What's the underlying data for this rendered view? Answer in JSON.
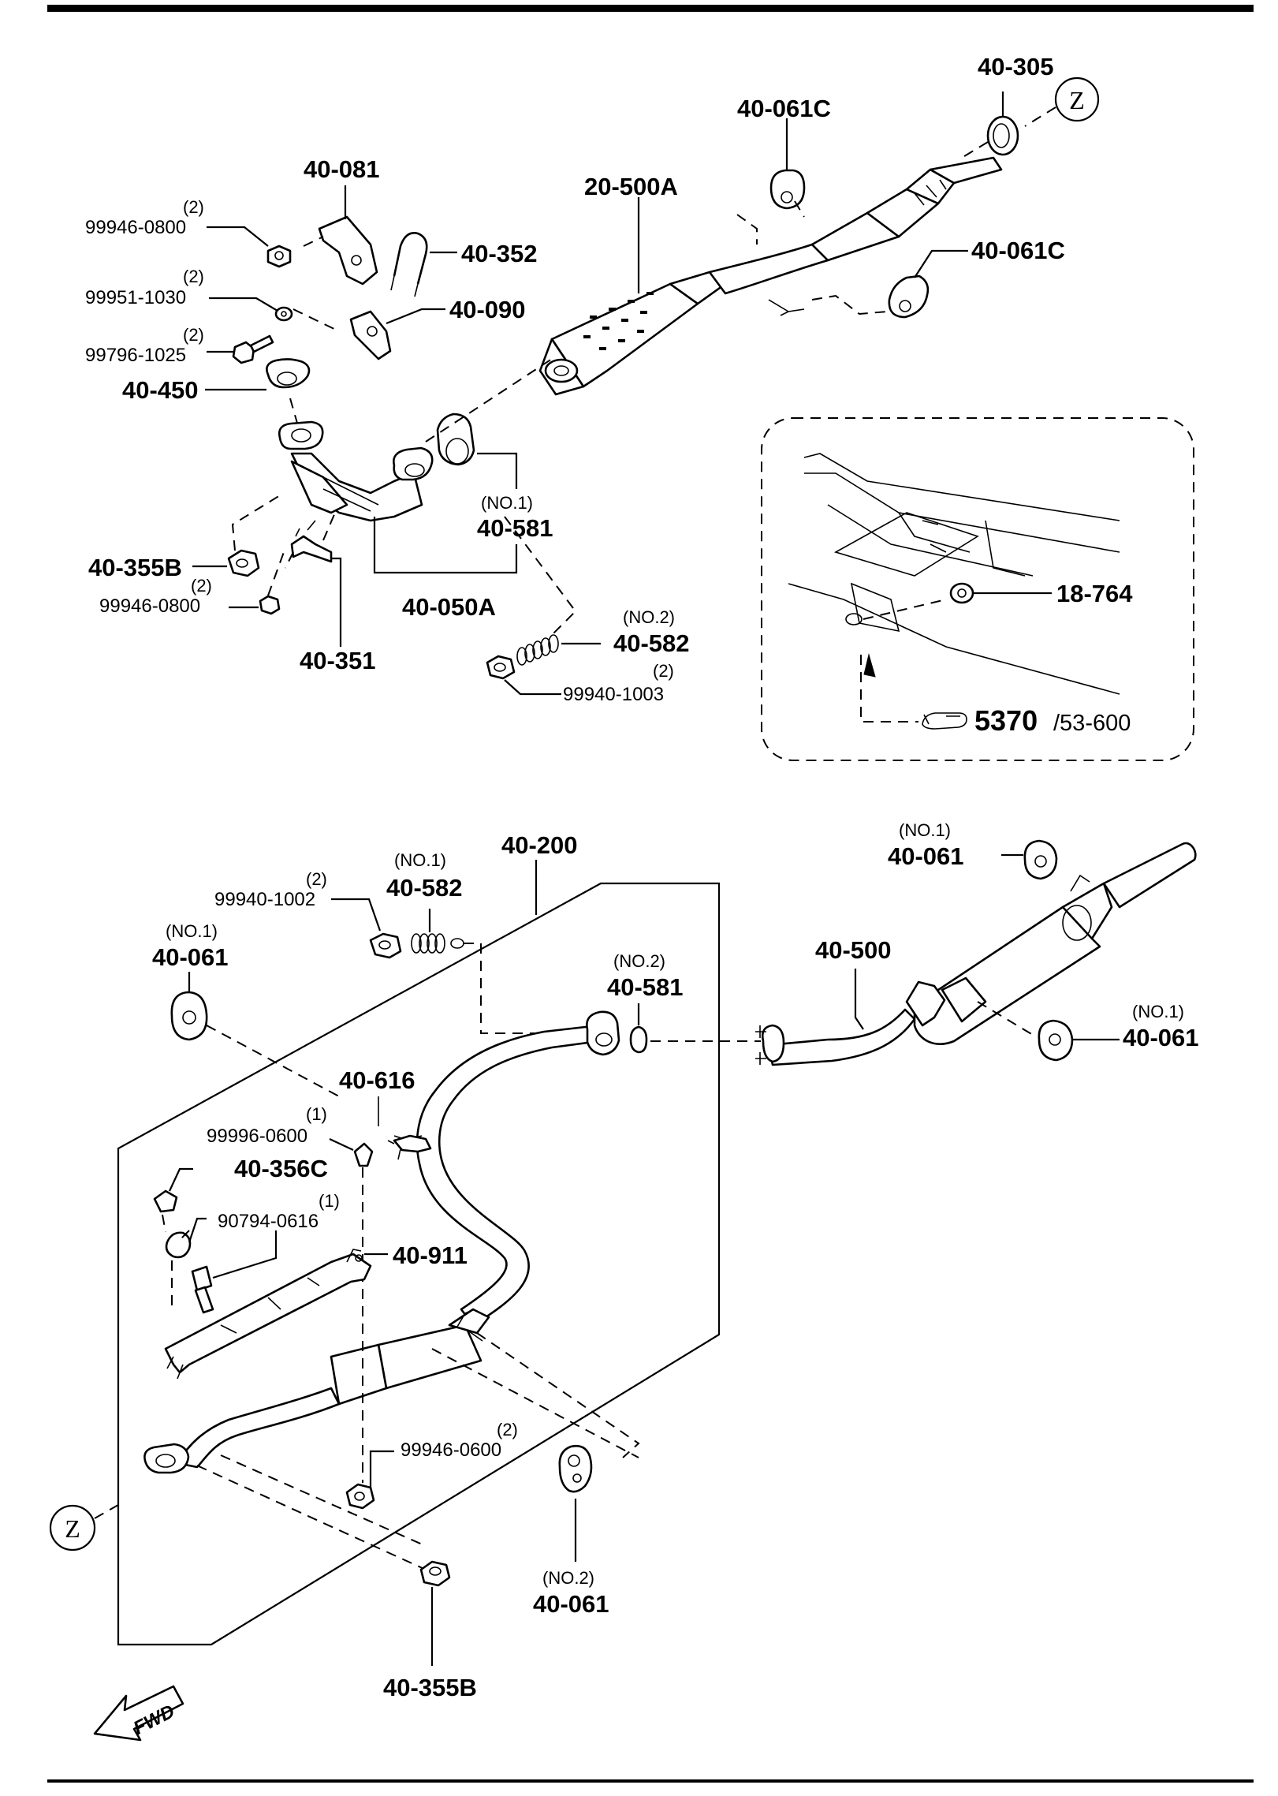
{
  "labels": {
    "p40_305": "40-305",
    "z_top": "Z",
    "p40_061c_top": "40-061C",
    "p40_081": "40-081",
    "p20_500a": "20-500A",
    "q_99946_0800_a": "(2)",
    "p99946_0800_a": "99946-0800",
    "p40_352": "40-352",
    "p40_061c_right": "40-061C",
    "q_99951_1030": "(2)",
    "p99951_1030": "99951-1030",
    "p40_090": "40-090",
    "q_99796_1025": "(2)",
    "p99796_1025": "99796-1025",
    "p40_450": "40-450",
    "no1_581": "(NO.1)",
    "p40_581": "40-581",
    "p40_355b_top": "40-355B",
    "q_99946_0800_b": "(2)",
    "p99946_0800_b": "99946-0800",
    "p40_050a": "40-050A",
    "no2_582": "(NO.2)",
    "p40_582_top": "40-582",
    "q_99940_1003": "(2)",
    "p99940_1003": "99940-1003",
    "p40_351": "40-351",
    "p18_764": "18-764",
    "ref_main": "5370",
    "ref_sub": "/53-600",
    "p40_200": "40-200",
    "q_99940_1002": "(2)",
    "p99940_1002": "99940-1002",
    "no1_582b": "(NO.1)",
    "p40_582_b": "40-582",
    "no1_061_left": "(NO.1)",
    "p40_061_left": "40-061",
    "no2_581b": "(NO.2)",
    "p40_581_b": "40-581",
    "no1_061_top": "(NO.1)",
    "p40_061_top": "40-061",
    "p40_500": "40-500",
    "no1_061_right": "(NO.1)",
    "p40_061_right": "40-061",
    "p40_616": "40-616",
    "q_99996_0600": "(1)",
    "p99996_0600": "99996-0600",
    "p40_356c": "40-356C",
    "q_90794_0616": "(1)",
    "p90794_0616": "90794-0616",
    "p40_911": "40-911",
    "q_99946_0600": "(2)",
    "p99946_0600": "99946-0600",
    "z_bottom": "Z",
    "no2_061": "(NO.2)",
    "p40_061_bottom": "40-061",
    "p40_355b_bottom": "40-355B",
    "fwd": "FWD"
  }
}
